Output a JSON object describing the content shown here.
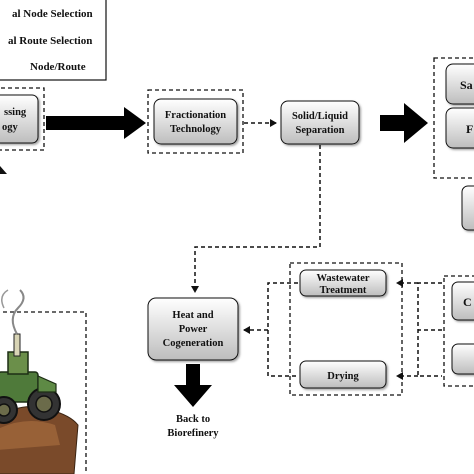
{
  "legend": {
    "items": [
      {
        "label": "al Node Selection"
      },
      {
        "label": "al Route Selection"
      },
      {
        "label": "Node/Route"
      }
    ]
  },
  "nodes": {
    "processing_technology": {
      "line1": "ssing",
      "line2": "ogy"
    },
    "fractionation_technology": {
      "line1": "Fractionation",
      "line2": "Technology"
    },
    "solid_liquid_separation": {
      "line1": "Solid/Liquid",
      "line2": "Separation"
    },
    "top_right_a": {
      "label": "Sa"
    },
    "top_right_b": {
      "label": "F"
    },
    "right_middle_c": {
      "label": "C"
    },
    "wastewater_treatment": {
      "line1": "Wastewater",
      "line2": "Treatment"
    },
    "drying": {
      "label": "Drying"
    },
    "heat_power_cogeneration": {
      "line1": "Heat and",
      "line2": "Power",
      "line3": "Cogeneration"
    },
    "back_to_biorefinery": {
      "line1": "Back to",
      "line2": "Biorefinery"
    }
  },
  "colors": {
    "node_gradient_top": "#ffffff",
    "node_gradient_bottom": "#bcbcbc",
    "stroke": "#111111",
    "tractor_body": "#4f7a3a",
    "soil": "#7a4a2a"
  },
  "icons": {
    "tractor": "tractor-clipart-icon"
  }
}
